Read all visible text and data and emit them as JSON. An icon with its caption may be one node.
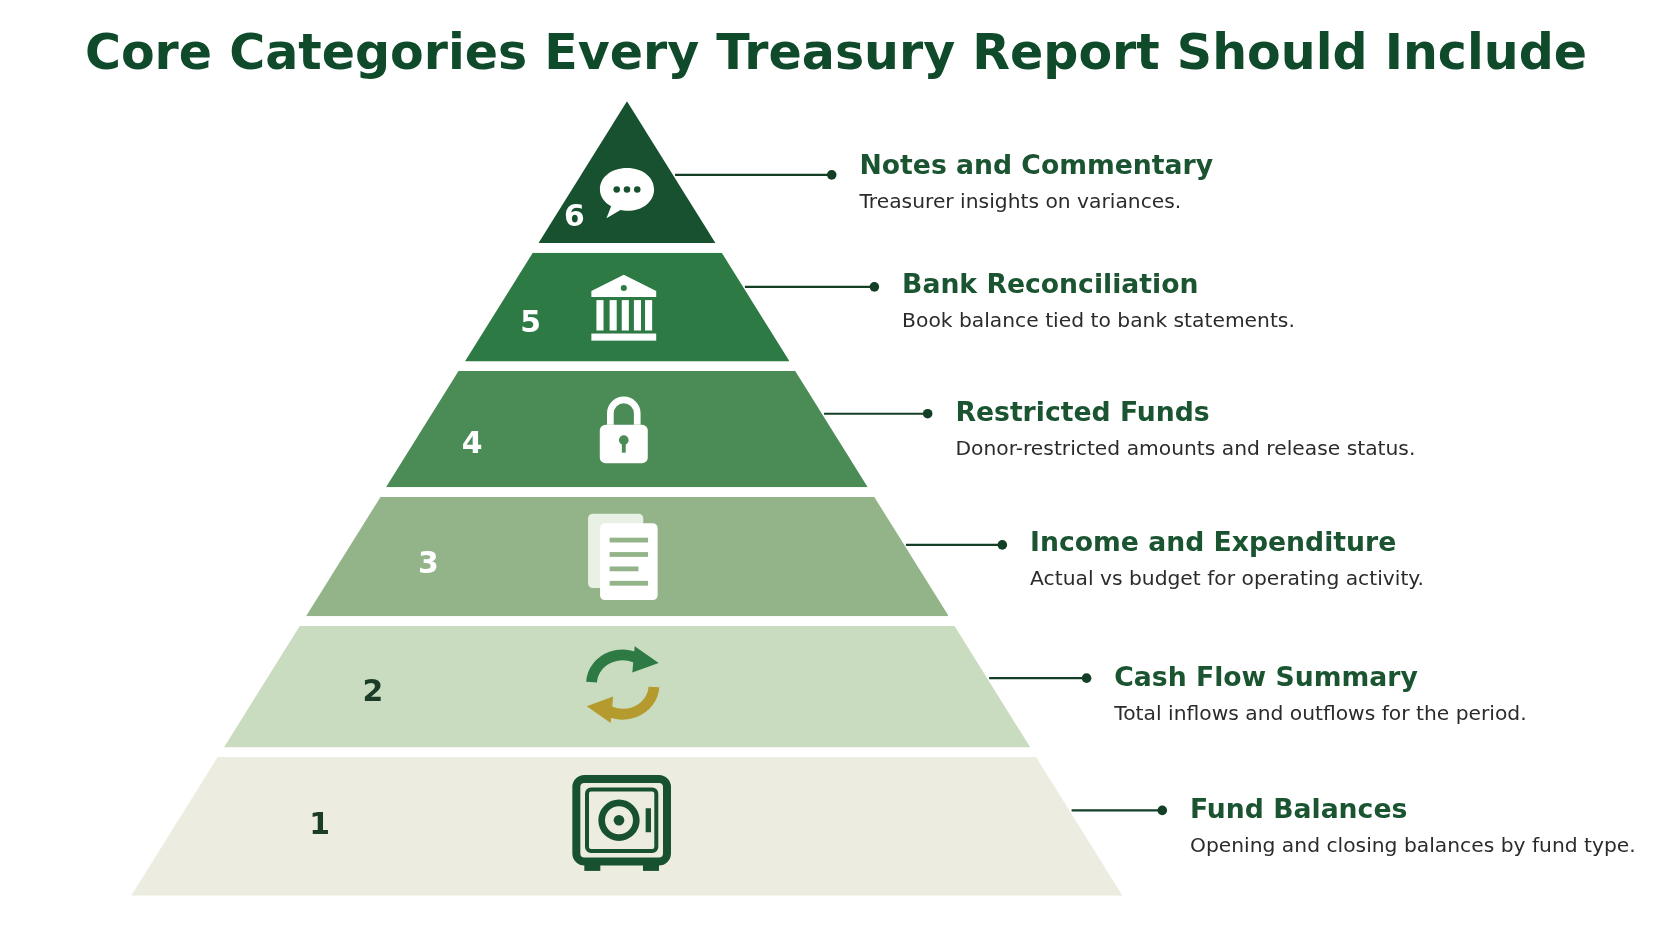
{
  "diagram": {
    "title": "Core Categories Every Treasury Report Should Include",
    "nodes": [
      {
        "text": [
          "6"
        ]
      },
      {
        "text": [
          "Notes and Commentary",
          "Treasurer insights on variances."
        ]
      },
      {
        "text": [
          "5"
        ]
      },
      {
        "text": [
          "Bank Reconciliation",
          "Book balance tied to bank statements."
        ]
      },
      {
        "text": [
          "4"
        ]
      },
      {
        "text": [
          "Restricted Funds",
          "Donor-restricted amounts and release status."
        ]
      },
      {
        "text": [
          "3"
        ]
      },
      {
        "text": [
          "Income and Expenditure",
          "Actual vs budget for operating activity."
        ]
      },
      {
        "text": [
          "2"
        ]
      },
      {
        "text": [
          "Cash Flow Summary",
          "Total inflows and outflows for the period."
        ]
      },
      {
        "text": [
          "1"
        ]
      },
      {
        "text": [
          "Fund Balances",
          "Opening and closing balances by fund type."
        ]
      }
    ],
    "edges": [
      {
        "from": 0,
        "to": 1,
        "arrow": "other"
      },
      {
        "from": 2,
        "to": 3,
        "arrow": "other"
      },
      {
        "from": 4,
        "to": 5,
        "arrow": "other"
      },
      {
        "from": 6,
        "to": 7,
        "arrow": "other"
      },
      {
        "from": 8,
        "to": 9,
        "arrow": "other"
      },
      {
        "from": 10,
        "to": 11,
        "arrow": "other"
      }
    ]
  }
}
